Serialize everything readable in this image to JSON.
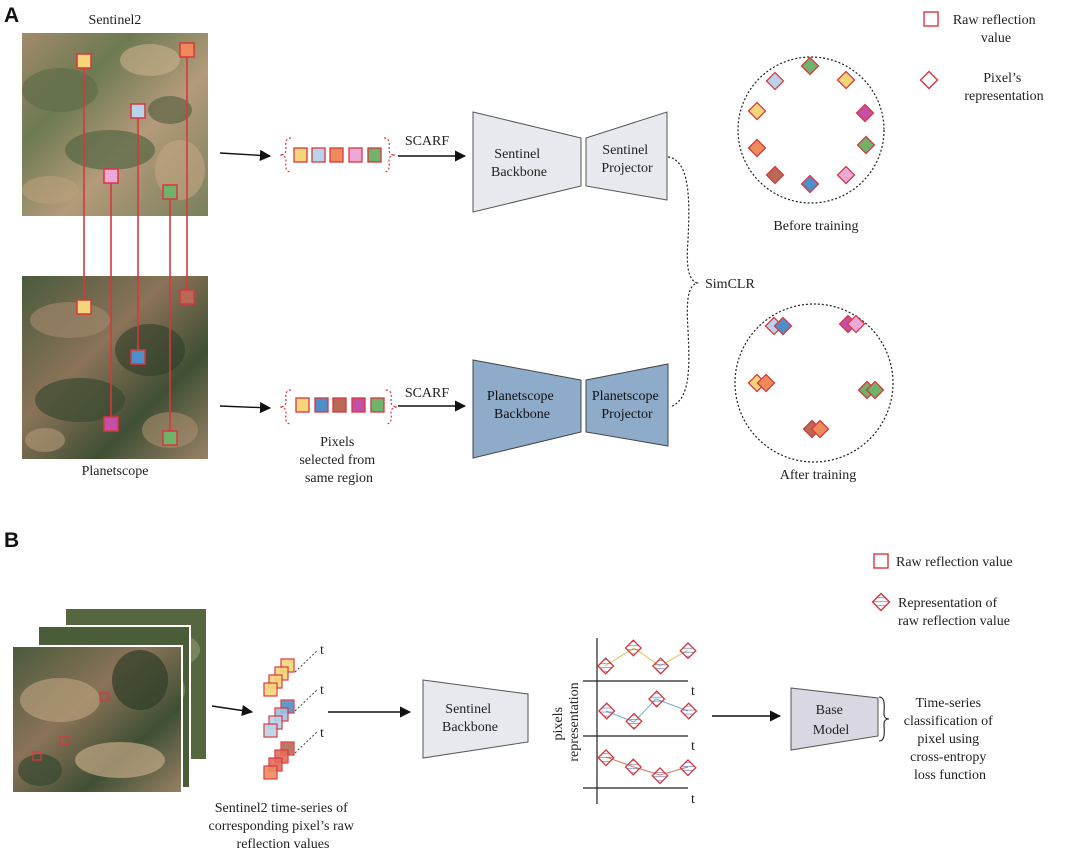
{
  "panel_a": {
    "letter": "A",
    "sentinel_label": "Sentinel2",
    "planetscope_label": "Planetscope",
    "scarf_top": "SCARF",
    "scarf_bottom": "SCARF",
    "sentinel_backbone": [
      "Sentinel",
      "Backbone"
    ],
    "sentinel_projector": [
      "Sentinel",
      "Projector"
    ],
    "planetscope_backbone": [
      "Planetscope",
      "Backbone"
    ],
    "planetscope_projector": [
      "Planetscope",
      "Projector"
    ],
    "simclr": "SimCLR",
    "pixels_caption": [
      "Pixels",
      "selected from",
      "same region"
    ],
    "before_training": "Before training",
    "after_training": "After training",
    "legend_raw": [
      "Raw reflection",
      "value"
    ],
    "legend_repr": [
      "Pixel’s",
      "representation"
    ]
  },
  "panel_b": {
    "letter": "B",
    "legend_raw": "Raw reflection value",
    "legend_repr": [
      "Representation of",
      "raw reflection value"
    ],
    "t_label": "t",
    "sentinel_backbone": [
      "Sentinel",
      "Backbone"
    ],
    "base_model": [
      "Base",
      "Model"
    ],
    "axis_label": [
      "pixels",
      "representation"
    ],
    "caption_series": [
      "Sentinel2 time-series of",
      "corresponding pixel’s raw",
      "reflection values"
    ],
    "caption_classification": [
      "Time-series",
      "classification of",
      "pixel using",
      "cross-entropy",
      "loss function"
    ]
  },
  "colors": {
    "outline_red": "#d9363e",
    "yellow": "#f5d57a",
    "light_blue": "#b9d3ea",
    "orange": "#ef8a5a",
    "pink": "#eea8d8",
    "green": "#6fb26a",
    "magenta": "#c44fa6",
    "blue": "#4f8fc9",
    "brown": "#b86a55",
    "sentinel_fill": "#e8e9ee",
    "planetscope_fill": "#8eabc9",
    "base_model_fill": "#d8d7e2"
  }
}
